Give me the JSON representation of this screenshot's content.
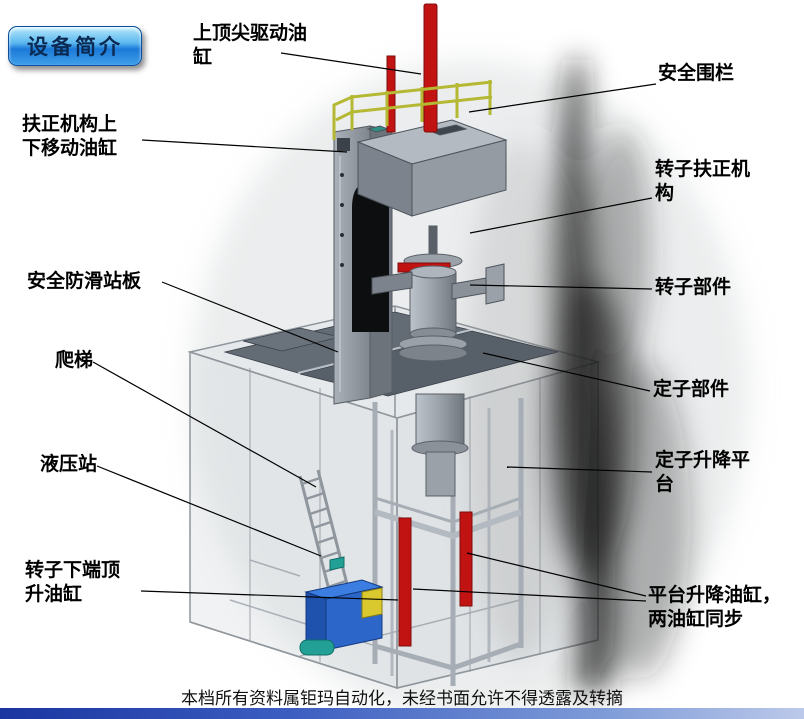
{
  "badge": {
    "label": "设备简介"
  },
  "labels": {
    "top_tip_cylinder": "上顶尖驱动油\n缸",
    "safety_fence": "安全围栏",
    "centering_move_cylinder": "扶正机构上\n下移动油缸",
    "rotor_centering_mechanism": "转子扶正机\n构",
    "anti_slip_platform": "安全防滑站板",
    "rotor_part": "转子部件",
    "ladder": "爬梯",
    "stator_part": "定子部件",
    "hydraulic_station": "液压站",
    "stator_lift_platform": "定子升降平\n台",
    "rotor_bottom_jack_cylinder": "转子下端顶\n升油缸",
    "platform_lift_cylinders": "平台升降油缸，\n两油缸同步"
  },
  "footer": {
    "text": "本档所有资料属钜玛自动化，未经书面允许不得透露及转摘"
  },
  "colors": {
    "cylinder_red": "#c21313",
    "railing_yellow": "#b5b832",
    "hydraulic_station_blue": "#2b66c8",
    "badge_blue": "#1b79d8",
    "bottom_strip_blue": "#1a35a0",
    "platform_gray": "#5f6670"
  }
}
